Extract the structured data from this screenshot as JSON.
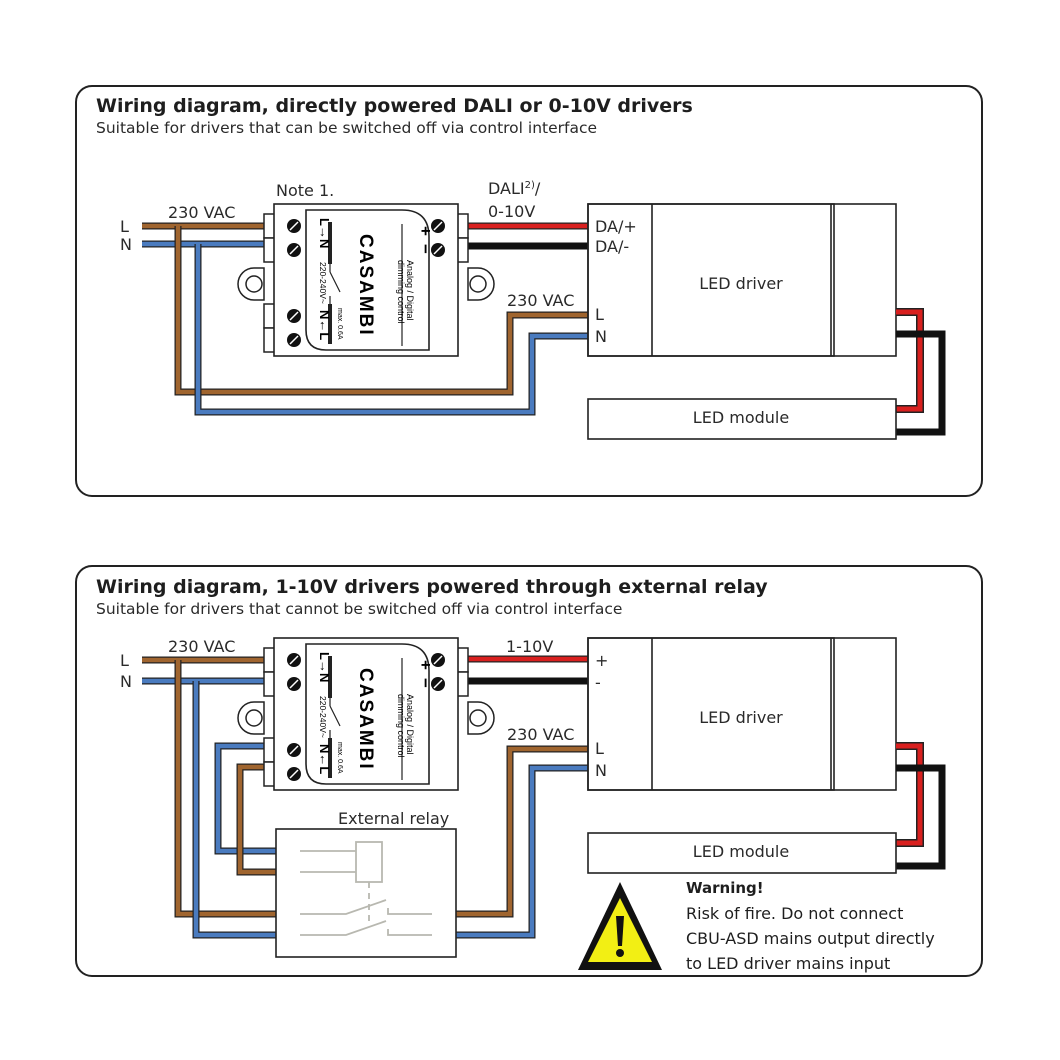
{
  "colors": {
    "live_brown": "#a0652f",
    "neutral_blue": "#4a7bbf",
    "signal_red": "#d9201f",
    "signal_black": "#111111",
    "warning_yellow": "#f2ef14",
    "relay_grey": "#b8b8b0"
  },
  "diagram1": {
    "title": "Wiring diagram, directly powered DALI or 0-10V drivers",
    "subtitle": "Suitable for drivers that can be switched off via control interface",
    "mains_L": "L",
    "mains_N": "N",
    "mains_voltage": "230 VAC",
    "note": "Note 1.",
    "control_label_line1": "DALI",
    "control_label_sup": "2)",
    "control_label_slash": "/",
    "control_label_line2": "0-10V",
    "driver_terminal_plus": "DA/+",
    "driver_terminal_minus": "DA/-",
    "driver_mains_voltage": "230 VAC",
    "driver_terminal_L": "L",
    "driver_terminal_N": "N",
    "driver_label": "LED driver",
    "module_label": "LED module"
  },
  "diagram2": {
    "title": "Wiring diagram, 1-10V drivers powered through external relay",
    "subtitle": "Suitable for drivers that cannot be switched off via control interface",
    "mains_L": "L",
    "mains_N": "N",
    "mains_voltage": "230 VAC",
    "control_label": "1-10V",
    "driver_terminal_plus": "+",
    "driver_terminal_minus": "-",
    "driver_mains_voltage": "230 VAC",
    "driver_terminal_L": "L",
    "driver_terminal_N": "N",
    "driver_label": "LED driver",
    "module_label": "LED module",
    "relay_label": "External relay",
    "warning_title": "Warning!",
    "warning_lines": [
      "Risk of fire. Do not connect",
      "CBU-ASD mains output directly",
      "to LED driver mains input"
    ]
  },
  "device": {
    "brand": "CASAMBI",
    "input_label": "L→N",
    "output_label": "N←L",
    "voltage_rating": "220-240V~",
    "current_rating": "max. 0.6A",
    "control_plus": "+",
    "control_minus": "−",
    "description_line1": "Analog / Digital",
    "description_line2": "dimming control"
  }
}
